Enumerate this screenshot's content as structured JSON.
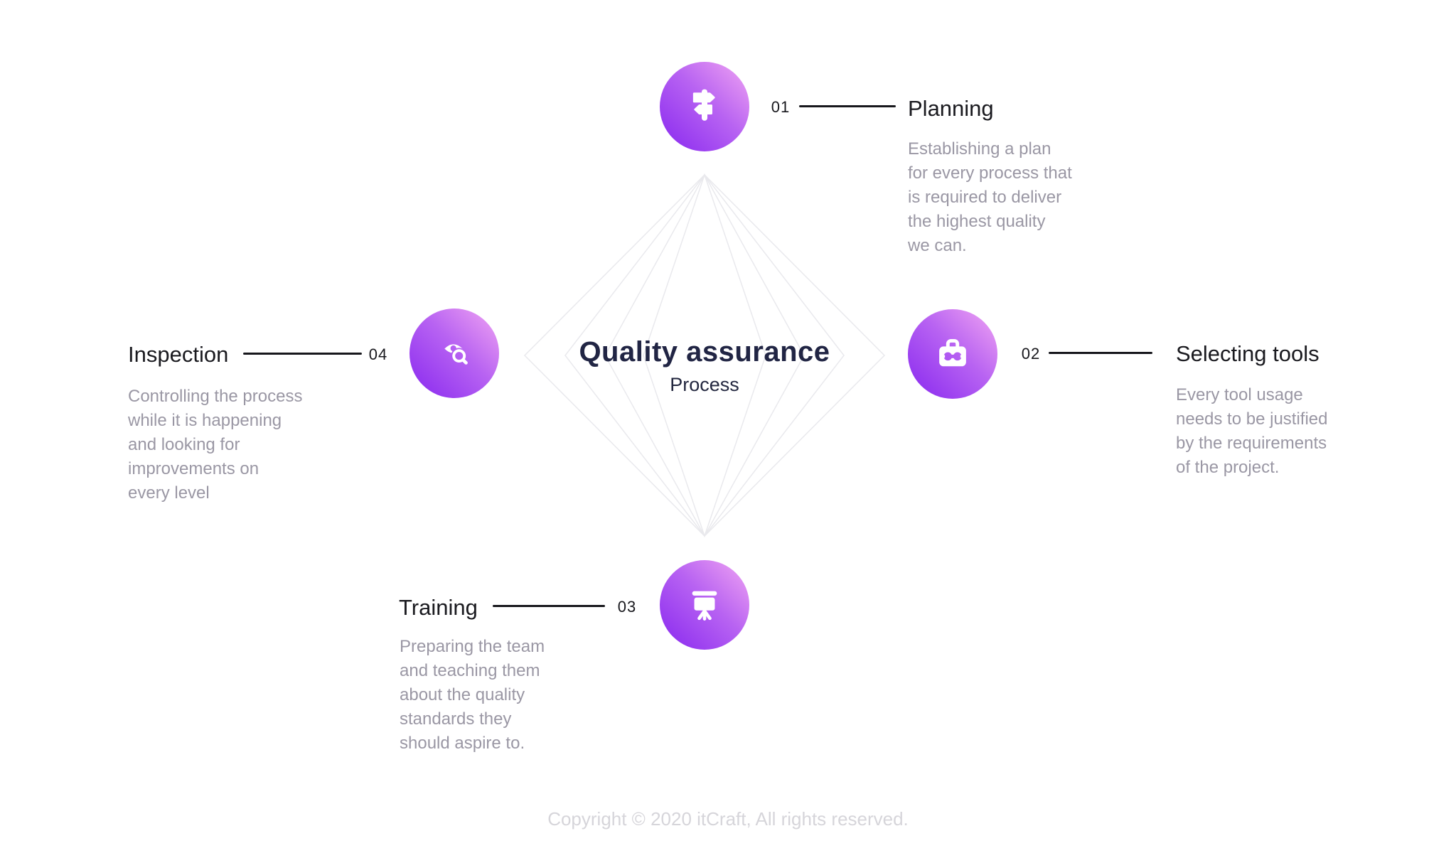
{
  "center": {
    "title": "Quality assurance",
    "subtitle": "Process"
  },
  "steps": [
    {
      "id": "planning",
      "number": "01",
      "title": "Planning",
      "icon": "signpost-icon",
      "description": "Establishing a plan\nfor every process that\nis required to deliver\nthe highest quality\nwe can."
    },
    {
      "id": "selecting-tools",
      "number": "02",
      "title": "Selecting tools",
      "icon": "toolbox-wrench-icon",
      "description": "Every tool usage\nneeds to be justified\nby the requirements\nof the project."
    },
    {
      "id": "training",
      "number": "03",
      "title": "Training",
      "icon": "presentation-board-icon",
      "description": "Preparing the team\nand teaching them\nabout the quality\nstandards they\nshould aspire to."
    },
    {
      "id": "inspection",
      "number": "04",
      "title": "Inspection",
      "icon": "eye-magnifier-icon",
      "description": "Controlling the process\nwhile it is happening\nand looking for\nimprovements on\nevery level"
    }
  ],
  "footer": {
    "text": "Copyright © 2020 itCraft, All rights reserved."
  },
  "colors": {
    "gradient_start": "#8727ef",
    "gradient_end": "#f2a6f3",
    "center_title": "#212544",
    "step_title": "#1a1a1f",
    "description_gray": "#9a97a4",
    "connector_dark": "#17171c",
    "diamond_line": "#e9e9ed",
    "footer_gray": "#d6d5da"
  }
}
